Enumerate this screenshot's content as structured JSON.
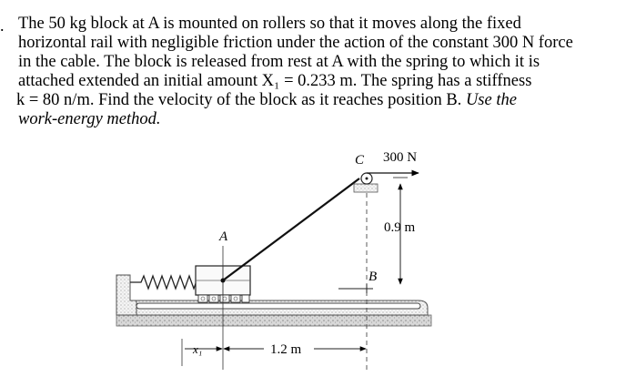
{
  "problem": {
    "bullet": ".",
    "lines": [
      "The 50 kg block at A is mounted on rollers so that it moves along the fixed",
      "horizontal rail with negligible friction under the action of the constant 300 N force",
      "in the cable.  The block is released from rest at A with the spring to which it is",
      "attached extended an initial amount X₁ = 0.233 m.  The spring has a stiffness",
      " k = 80 n/m.  Find the velocity of the block as it reaches position B.  "
    ],
    "last_line_italic": "Use the",
    "line6_italic": "work-energy method."
  },
  "figure": {
    "label_C": "C",
    "label_force": "300 N",
    "label_height": "0.9 m",
    "label_A": "A",
    "label_B": "B",
    "label_x1": "x₁",
    "label_distance": "1.2 m"
  }
}
